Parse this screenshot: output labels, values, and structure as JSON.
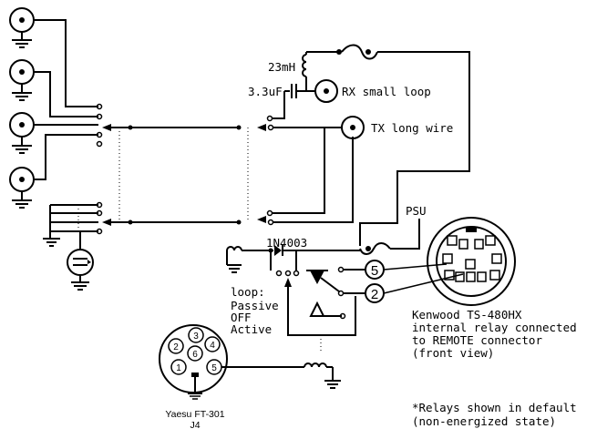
{
  "labels": {
    "inductor_23mh": "23mH",
    "cap_33uf": "3.3uF",
    "rx_small_loop": "RX small loop",
    "tx_long_wire": "TX long wire",
    "psu": "PSU",
    "diode": "1N4003",
    "loop_title": "loop:",
    "loop_passive": "Passive",
    "loop_off": "OFF",
    "loop_active": "Active",
    "kenwood_line1": "Kenwood TS-480HX",
    "kenwood_line2": "internal relay connected",
    "kenwood_line3": "to REMOTE connector",
    "kenwood_line4": "(front view)",
    "yaesu_line1": "Yaesu FT-301",
    "yaesu_line2": "J4",
    "note_line1": "*Relays shown in default",
    "note_line2": "(non-energized state)"
  },
  "kenwood_pins": [
    "5",
    "2"
  ],
  "yaesu_pins": [
    "1",
    "2",
    "3",
    "4",
    "5",
    "6"
  ]
}
